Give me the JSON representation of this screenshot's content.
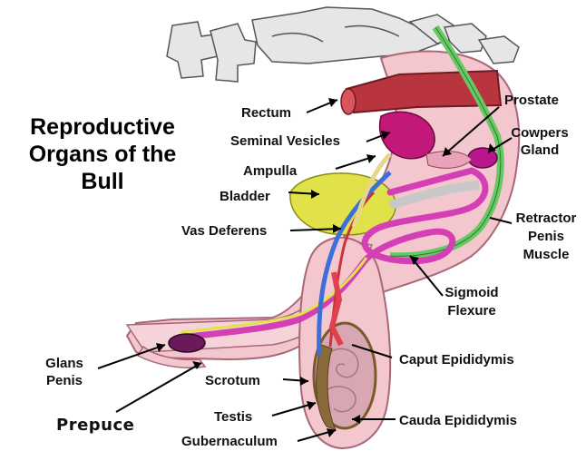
{
  "title": {
    "line1": "Reproductive",
    "line2": "Organs of the",
    "line3": "Bull"
  },
  "labels": {
    "rectum": "Rectum",
    "seminal_vesicles": "Seminal Vesicles",
    "ampulla": "Ampulla",
    "bladder": "Bladder",
    "vas_deferens": "Vas Deferens",
    "prostate": "Prostate",
    "cowpers_line1": "Cowpers",
    "cowpers_line2": "Gland",
    "retractor_line1": "Retractor",
    "retractor_line2": "Penis",
    "retractor_line3": "Muscle",
    "sigmoid_line1": "Sigmoid",
    "sigmoid_line2": "Flexure",
    "glans_line1": "Glans",
    "glans_line2": "Penis",
    "caput_epididymis": "Caput Epididymis",
    "scrotum": "Scrotum",
    "testis": "Testis",
    "cauda_epididymis": "Cauda Epididymis",
    "prepuce": "Prepuce",
    "gubernaculum": "Gubernaculum"
  },
  "colors": {
    "body_pink": "#f4c9cf",
    "body_outline": "#b07080",
    "bone": "#e4e4e4",
    "rectum_red": "#b8343e",
    "retractor_green": "#6fd06a",
    "penis_magenta": "#d63fb8",
    "bladder_yellow": "#e2e34a",
    "vas_blue": "#3d6fd9",
    "testis_brown": "#8a6a3a",
    "accessory_magenta": "#c2187a"
  }
}
